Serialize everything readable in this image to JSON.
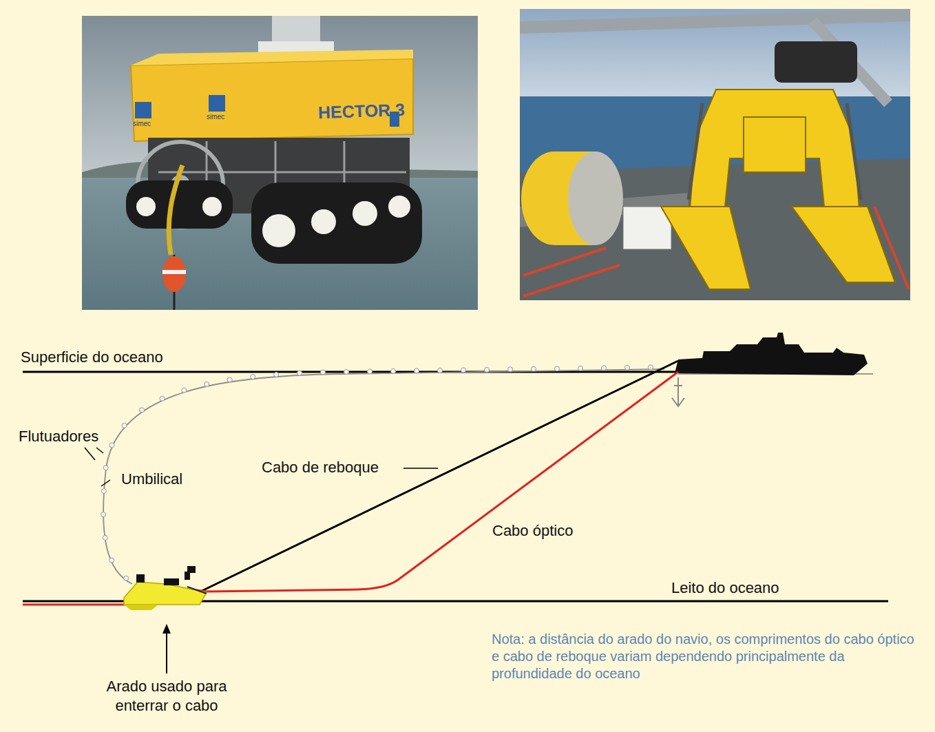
{
  "diagram": {
    "labels": [
      "HECTOR 3",
      "simec",
      "simec",
      "Superficie do oceano",
      "Flutuadores",
      "Umbilical",
      "Cabo de reboque",
      "Cabo óptico",
      "Leito do oceano",
      "Arado usado para enterrar o cabo",
      "Nota: a distância do arado do navio, os comprimentos do cabo óptico e cabo de reboque variam dependendo principalmente da profundidade do oceano"
    ]
  }
}
